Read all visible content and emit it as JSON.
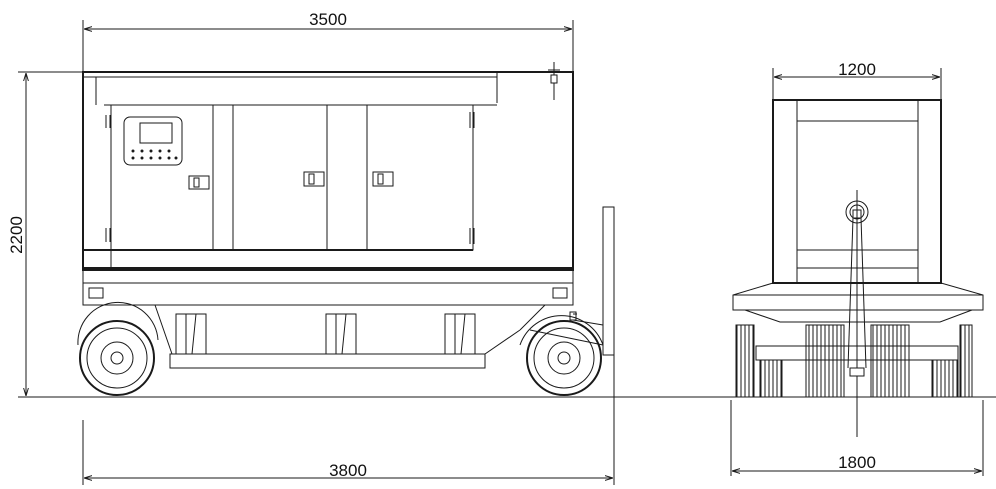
{
  "dimensions": {
    "side_length": "3500",
    "overall_length": "3800",
    "height": "2200",
    "front_width": "1200",
    "front_track": "1800"
  }
}
